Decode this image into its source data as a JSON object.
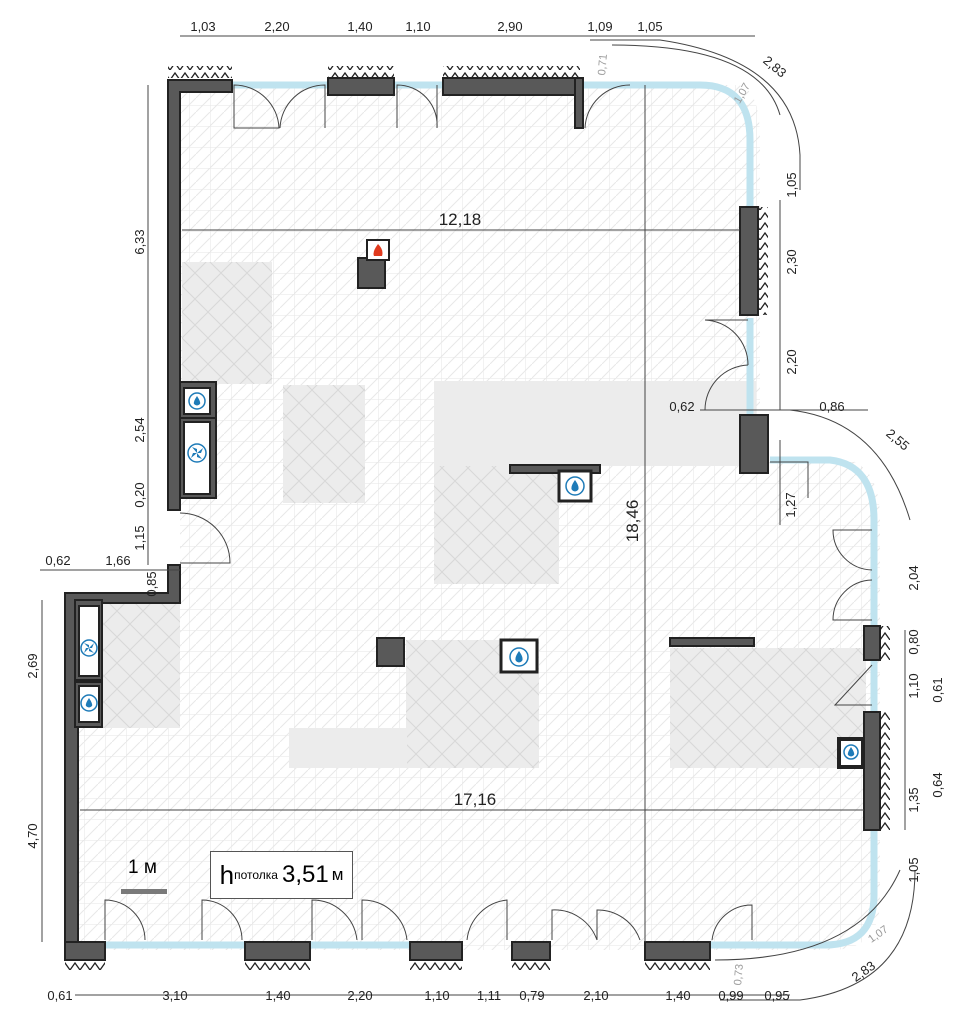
{
  "ceiling": {
    "letter": "h",
    "label": "потолка",
    "value": "3,51",
    "unit": "м"
  },
  "scale": {
    "label": "1 м"
  },
  "dimensions": {
    "top": [
      "1,03",
      "2,20",
      "1,40",
      "1,10",
      "2,90",
      "1,09",
      "1,05"
    ],
    "top_right_curve": [
      "0,71",
      "1,07",
      "2,83"
    ],
    "right_upper": [
      "1,05",
      "2,30",
      "2,20"
    ],
    "notch": [
      "0,62",
      "0,86",
      "2,55"
    ],
    "right_lower": [
      "1,27",
      "2,04",
      "0,80",
      "1,10",
      "0,61",
      "0,64",
      "1,35",
      "1,05"
    ],
    "bottom_right_curve": [
      "1,07",
      "2,83",
      "0,73"
    ],
    "bottom": [
      "0,61",
      "3,10",
      "1,40",
      "2,20",
      "1,10",
      "1,11",
      "0,79",
      "2,10",
      "1,40",
      "0,99",
      "0,95"
    ],
    "left_upper": [
      "6,33",
      "2,54",
      "0,20",
      "1,15",
      "0,85"
    ],
    "left_step": [
      "0,62",
      "1,66"
    ],
    "left_lower": [
      "2,69",
      "4,70"
    ],
    "interior": {
      "width_upper": "12,18",
      "depth": "18,46",
      "width_lower": "17,16"
    }
  },
  "colors": {
    "wall": "#595959",
    "glass": "#bfe3ef",
    "zone": "#ececec",
    "grid": "#e3e3e3",
    "fire": "#e03a1e",
    "water": "#1e7bb8"
  }
}
